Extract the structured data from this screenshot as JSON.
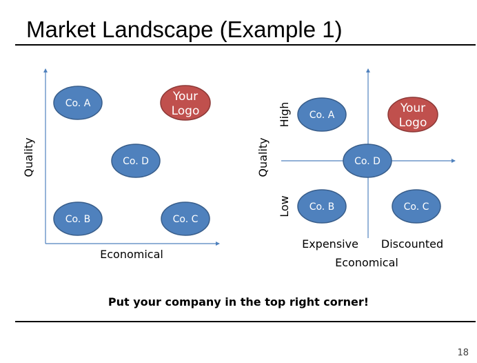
{
  "slide": {
    "title": "Market Landscape (Example 1)",
    "tagline": "Put your company in the top right corner!",
    "page_number": "18"
  },
  "left_map": {
    "y_axis_label": "Quality",
    "x_axis_label": "Economical",
    "nodes": {
      "a": "Co. A",
      "b": "Co. B",
      "c": "Co. C",
      "d": "Co. D"
    },
    "logo": [
      "Your",
      "Logo"
    ]
  },
  "right_map": {
    "y_axis_label": "Quality",
    "y_high_label": "High",
    "y_low_label": "Low",
    "x_axis_label": "Economical",
    "x_left_label": "Expensive",
    "x_right_label": "Discounted",
    "nodes": {
      "a": "Co. A",
      "b": "Co. B",
      "c": "Co. C",
      "d": "Co. D"
    },
    "logo": [
      "Your",
      "Logo"
    ]
  },
  "colors": {
    "company_fill": "#4F81BD",
    "company_stroke": "#385D8A",
    "logo_fill": "#C0504D",
    "logo_stroke": "#8C3836",
    "axis": "#4F81BD"
  }
}
